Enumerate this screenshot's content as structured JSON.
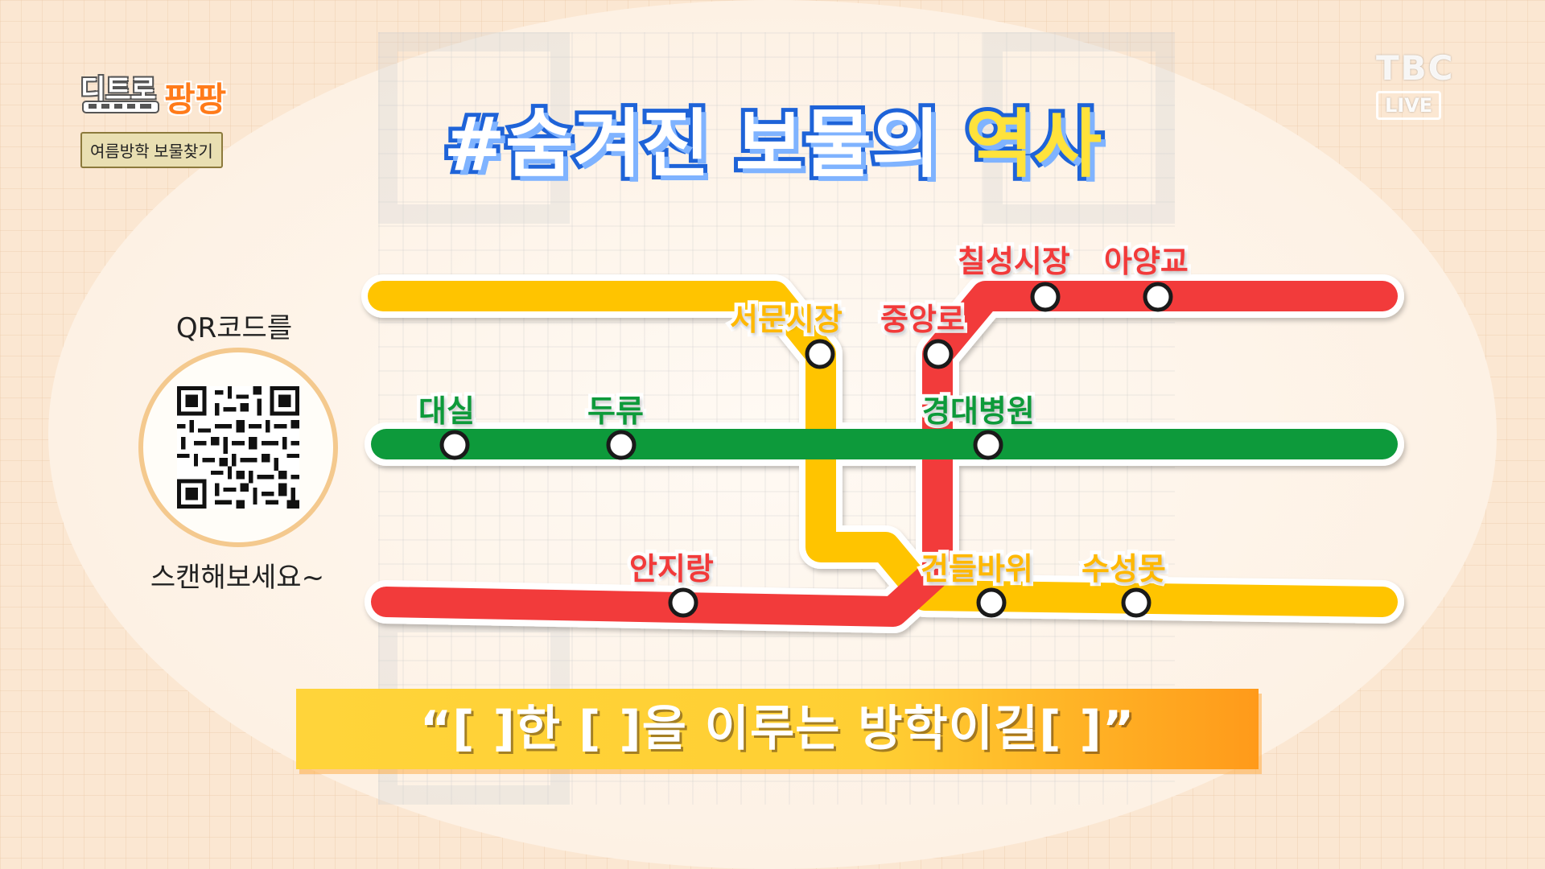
{
  "show": {
    "logo_line1": "디트로",
    "logo_line2": "팡팡",
    "subtitle": "여름방학 보물찾기",
    "broadcaster": "TBC",
    "live_badge": "LIVE"
  },
  "title": {
    "part1": "#숨겨진 보물의",
    "part2": "역사"
  },
  "qr_panel": {
    "caption_top": "QR코드를",
    "caption_bottom": "스캔해보세요~",
    "icon": "qr-code-icon"
  },
  "subway_map": {
    "colors": {
      "yellow": "#ffc400",
      "red": "#f23a3a",
      "green": "#0d9a3a"
    },
    "stations": {
      "chilseong": "칠성시장",
      "ayanggyo": "아양교",
      "seomun": "서문시장",
      "jungangno": "중앙로",
      "daesil": "대실",
      "duryu": "두류",
      "kyungdae": "경대병원",
      "anjirang": "안지랑",
      "geondeul": "건들바위",
      "suseongmot": "수성못"
    }
  },
  "quote": "“[  ]한 [  ]을 이루는 방학이길[  ]”"
}
